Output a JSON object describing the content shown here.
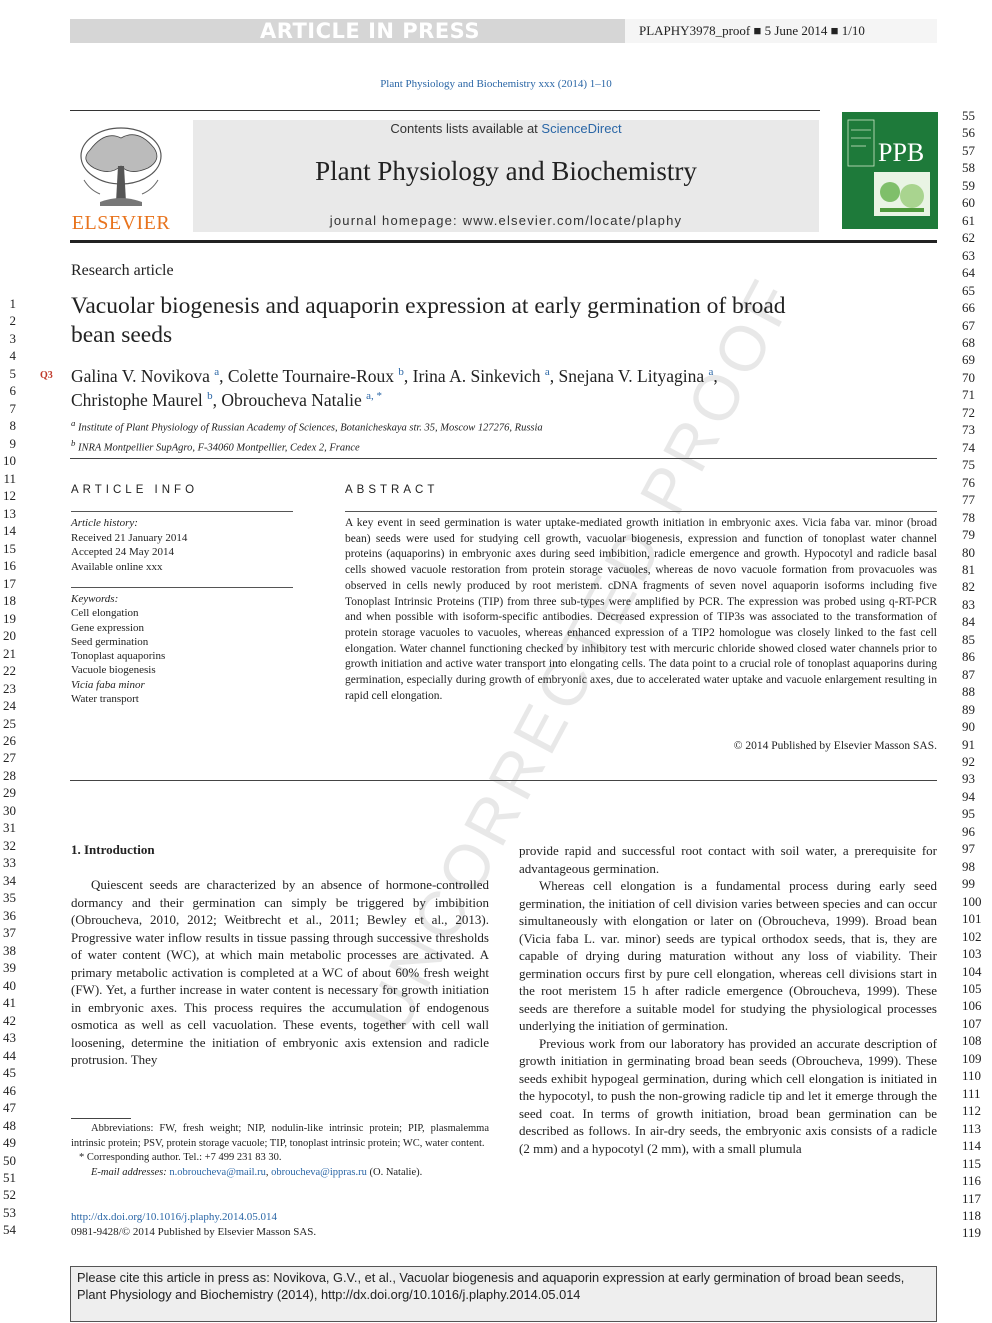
{
  "header": {
    "banner": "ARTICLE IN PRESS",
    "proof_info": "PLAPHY3978_proof ■ 5 June 2014 ■ 1/10",
    "journal_ref": "Plant Physiology and Biochemistry xxx (2014) 1–10",
    "contents_prefix": "Contents lists available at ",
    "sciencedirect": "ScienceDirect",
    "journal_title": "Plant Physiology and Biochemistry",
    "homepage": "journal homepage: www.elsevier.com/locate/plaphy",
    "publisher": "ELSEVIER",
    "cover_label": "PPB"
  },
  "article": {
    "type": "Research article",
    "title": "Vacuolar biogenesis and aquaporin expression at early germination of broad bean seeds",
    "q_marker": "Q3",
    "authors": [
      {
        "name": "Galina V. Novikova",
        "sup": "a"
      },
      {
        "name": "Colette Tournaire-Roux",
        "sup": "b"
      },
      {
        "name": "Irina A. Sinkevich",
        "sup": "a"
      },
      {
        "name": "Snejana V. Lityagina",
        "sup": "a"
      },
      {
        "name": "Christophe Maurel",
        "sup": "b"
      },
      {
        "name": "Obroucheva Natalie",
        "sup": "a, *"
      }
    ],
    "affiliations": [
      {
        "sup": "a",
        "text": "Institute of Plant Physiology of Russian Academy of Sciences, Botanicheskaya str. 35, Moscow 127276, Russia"
      },
      {
        "sup": "b",
        "text": "INRA Montpellier SupAgro, F-34060 Montpellier, Cedex 2, France"
      }
    ]
  },
  "article_info": {
    "heading": "ARTICLE INFO",
    "history_label": "Article history:",
    "history": [
      "Received 21 January 2014",
      "Accepted 24 May 2014",
      "Available online xxx"
    ],
    "keywords_label": "Keywords:",
    "keywords": [
      "Cell elongation",
      "Gene expression",
      "Seed germination",
      "Tonoplast aquaporins",
      "Vacuole biogenesis",
      "Vicia faba minor",
      "Water transport"
    ]
  },
  "abstract": {
    "heading": "ABSTRACT",
    "text": "A key event in seed germination is water uptake-mediated growth initiation in embryonic axes. Vicia faba var. minor (broad bean) seeds were used for studying cell growth, vacuolar biogenesis, expression and function of tonoplast water channel proteins (aquaporins) in embryonic axes during seed imbibition, radicle emergence and growth. Hypocotyl and radicle basal cells showed vacuole restoration from protein storage vacuoles, whereas de novo vacuole formation from provacuoles was observed in cells newly produced by root meristem. cDNA fragments of seven novel aquaporin isoforms including five Tonoplast Intrinsic Proteins (TIP) from three sub-types were amplified by PCR. The expression was probed using q-RT-PCR and when possible with isoform-specific antibodies. Decreased expression of TIP3s was associated to the transformation of protein storage vacuoles to vacuoles, whereas enhanced expression of a TIP2 homologue was closely linked to the fast cell elongation. Water channel functioning checked by inhibitory test with mercuric chloride showed closed water channels prior to growth initiation and active water transport into elongating cells. The data point to a crucial role of tonoplast aquaporins during germination, especially during growth of embryonic axes, due to accelerated water uptake and vacuole enlargement resulting in rapid cell elongation.",
    "copyright": "© 2014 Published by Elsevier Masson SAS."
  },
  "intro": {
    "heading": "1.  Introduction",
    "col1": [
      "Quiescent seeds are characterized by an absence of hormone-controlled dormancy and their germination can simply be triggered by imbibition (Obroucheva, 2010, 2012; Weitbrecht et al., 2011; Bewley et al., 2013). Progressive water inflow results in tissue passing through successive thresholds of water content (WC), at which main metabolic processes are activated. A primary metabolic activation is completed at a WC of about 60% fresh weight (FW). Yet, a further increase in water content is necessary for growth initiation in embryonic axes. This process requires the accumulation of endogenous osmotica as well as cell vacuolation. These events, together with cell wall loosening, determine the initiation of embryonic axis extension and radicle protrusion. They"
    ],
    "col2": [
      "provide rapid and successful root contact with soil water, a prerequisite for advantageous germination.",
      "Whereas cell elongation is a fundamental process during early seed germination, the initiation of cell division varies between species and can occur simultaneously with elongation or later on (Obroucheva, 1999). Broad bean (Vicia faba L. var. minor) seeds are typical orthodox seeds, that is, they are capable of drying during maturation without any loss of viability. Their germination occurs first by pure cell elongation, whereas cell divisions start in the root meristem 15 h after radicle emergence (Obroucheva, 1999). These seeds are therefore a suitable model for studying the physiological processes underlying the initiation of germination.",
      "Previous work from our laboratory has provided an accurate description of growth initiation in germinating broad bean seeds (Obroucheva, 1999). These seeds exhibit hypogeal germination, during which cell elongation is initiated in the hypocotyl, to push the non-growing radicle tip and let it emerge through the seed coat. In terms of growth initiation, broad bean germination can be described as follows. In air-dry seeds, the embryonic axis consists of a radicle (2 mm) and a hypocotyl (2 mm), with a small plumula"
    ]
  },
  "footnotes": {
    "abbrev": "Abbreviations: FW, fresh weight; NIP, nodulin-like intrinsic protein; PIP, plasmalemma intrinsic protein; PSV, protein storage vacuole; TIP, tonoplast intrinsic protein; WC, water content.",
    "corresponding": "* Corresponding author. Tel.: +7 499 231 83 30.",
    "email_label": "E-mail addresses: ",
    "email1": "n.obroucheva@mail.ru",
    "email2": "obroucheva@ippras.ru",
    "email_suffix": " (O. Natalie).",
    "doi": "http://dx.doi.org/10.1016/j.plaphy.2014.05.014",
    "issn": "0981-9428/© 2014 Published by Elsevier Masson SAS."
  },
  "citation_box": "Please cite this article in press as: Novikova, G.V., et al., Vacuolar biogenesis and aquaporin expression at early germination of broad bean seeds, Plant Physiology and Biochemistry (2014), http://dx.doi.org/10.1016/j.plaphy.2014.05.014",
  "watermark": "UNCORRECTED PROOF",
  "line_numbers": {
    "left": [
      "1",
      "2",
      "3",
      "4",
      "5",
      "6",
      "7",
      "8",
      "9",
      "10",
      "11",
      "12",
      "13",
      "14",
      "15",
      "16",
      "17",
      "18",
      "19",
      "20",
      "21",
      "22",
      "23",
      "24",
      "25",
      "26",
      "27",
      "28",
      "29",
      "30",
      "31",
      "32",
      "33",
      "34",
      "35",
      "36",
      "37",
      "38",
      "39",
      "40",
      "41",
      "42",
      "43",
      "44",
      "45",
      "46",
      "47",
      "48",
      "49",
      "50",
      "51",
      "52",
      "53",
      "54"
    ],
    "right": [
      "55",
      "56",
      "57",
      "58",
      "59",
      "60",
      "61",
      "62",
      "63",
      "64",
      "65",
      "66",
      "67",
      "68",
      "69",
      "70",
      "71",
      "72",
      "73",
      "74",
      "75",
      "76",
      "77",
      "78",
      "79",
      "80",
      "81",
      "82",
      "83",
      "84",
      "85",
      "86",
      "87",
      "88",
      "89",
      "90",
      "91",
      "92",
      "93",
      "94",
      "95",
      "96",
      "97",
      "98",
      "99",
      "100",
      "101",
      "102",
      "103",
      "104",
      "105",
      "106",
      "107",
      "108",
      "109",
      "110",
      "111",
      "112",
      "113",
      "114",
      "115",
      "116",
      "117",
      "118",
      "119"
    ]
  },
  "colors": {
    "link": "#2a66a6",
    "elsevier": "#e8731c",
    "cover": "#1e7a3a"
  }
}
